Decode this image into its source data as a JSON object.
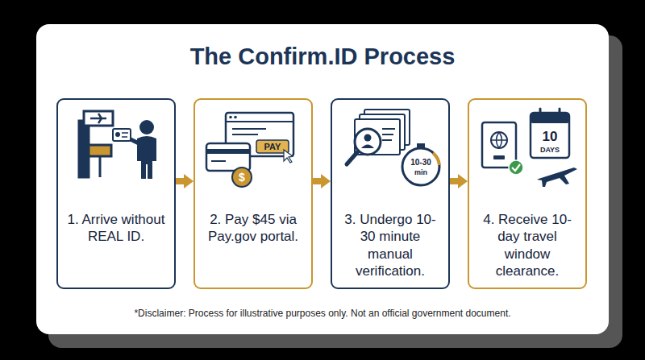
{
  "diagram": {
    "title": "The Confirm.ID Process",
    "nodes": [
      {
        "text": [
          "1. Arrive without REAL ID."
        ]
      },
      {
        "text": [
          "2. Pay $45 via Pay.gov portal."
        ]
      },
      {
        "text": [
          "3. Undergo 10-30 minute manual verification."
        ]
      },
      {
        "text": [
          "4. Receive 10-day travel window clearance."
        ]
      }
    ],
    "edges": [
      {
        "from": 0,
        "to": 1,
        "arrow": "to"
      },
      {
        "from": 1,
        "to": 2,
        "arrow": "to"
      },
      {
        "from": 2,
        "to": 3,
        "arrow": "to"
      }
    ],
    "labels": [
      "PAY",
      "$",
      "10-30",
      "min",
      "10",
      "DAYS",
      "*Disclaimer: Process for illustrative purposes only. Not an official government document."
    ]
  }
}
